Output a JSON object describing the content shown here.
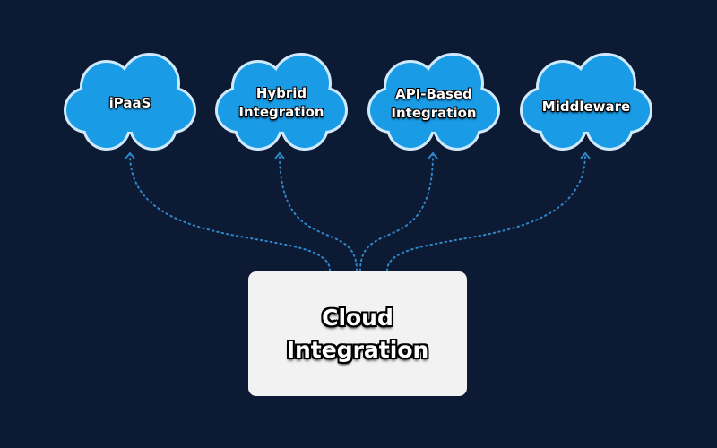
{
  "colors": {
    "background": "#0c1a33",
    "cloud_fill": "#1a9be6",
    "cloud_stroke": "#cfe9fb",
    "connector": "#2f86c9",
    "box_fill": "#f2f2f2"
  },
  "center": {
    "label": "Cloud\nIntegration"
  },
  "clouds": [
    {
      "label": "iPaaS"
    },
    {
      "label": "Hybrid\nIntegration"
    },
    {
      "label": "API-Based\nIntegration"
    },
    {
      "label": "Middleware"
    }
  ]
}
